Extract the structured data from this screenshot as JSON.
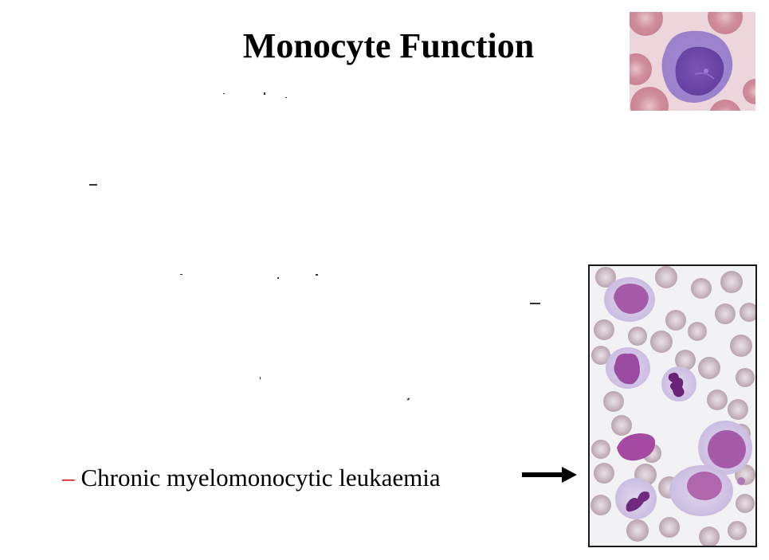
{
  "slide": {
    "title": "Monocyte Function",
    "bullets": [
      {
        "marker": "–",
        "text": "Chronic myelomonocytic leukaemia",
        "marker_color": "#e00000"
      }
    ],
    "images": [
      {
        "name": "monocyte-micrograph",
        "description": "Single monocyte with folded purple nucleus among red blood cells"
      },
      {
        "name": "cmml-blood-smear",
        "description": "Blood smear showing monocytes and neutrophils among red blood cells"
      }
    ],
    "arrow": {
      "direction": "right",
      "points_to": "cmml-blood-smear"
    }
  }
}
